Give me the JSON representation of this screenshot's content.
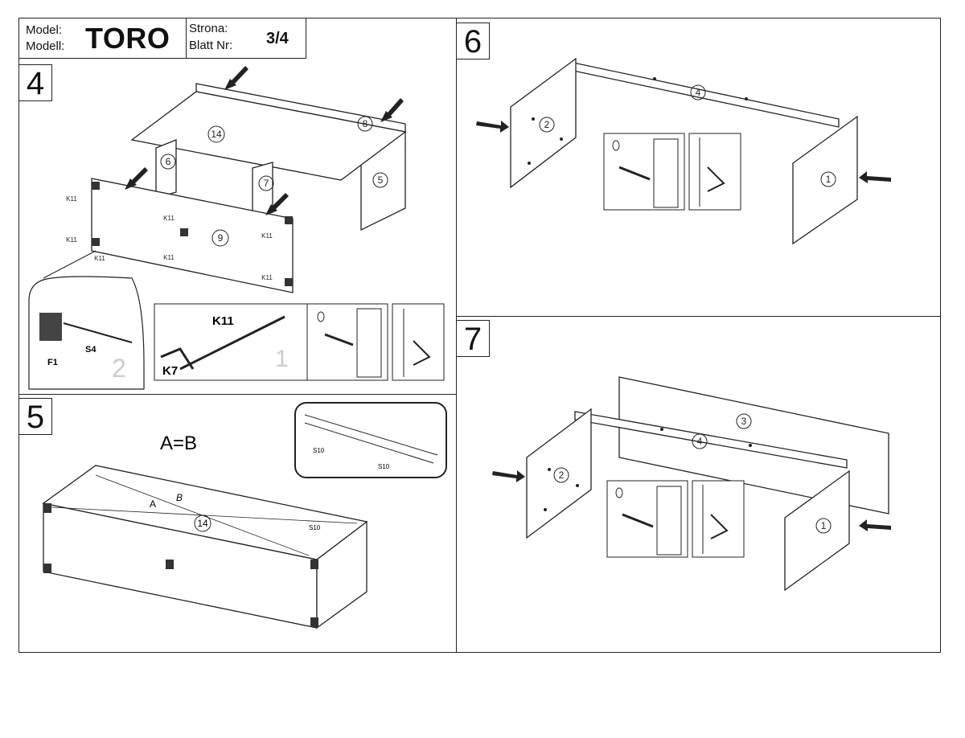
{
  "header": {
    "model_label_pl": "Model:",
    "model_label_de": "Modell:",
    "model_name": "TORO",
    "page_label_pl": "Strona:",
    "page_label_de": "Blatt Nr:",
    "page_number": "3/4"
  },
  "steps": {
    "step4": {
      "number": "4",
      "parts": [
        "14",
        "8",
        "6",
        "7",
        "5",
        "9"
      ],
      "fittings": [
        "K11",
        "K11",
        "K11",
        "K11",
        "K11",
        "K11",
        "K11"
      ],
      "detail_labels": {
        "f1": "F1",
        "s4": "S4",
        "k11": "K11",
        "k7": "K7",
        "num1": "1",
        "num2": "2"
      }
    },
    "step5": {
      "number": "5",
      "equation": "A=B",
      "diag_a": "A",
      "diag_b": "B",
      "part": "14",
      "fittings": [
        "S10",
        "S10",
        "S10"
      ]
    },
    "step6": {
      "number": "6",
      "parts": [
        "2",
        "4",
        "1"
      ]
    },
    "step7": {
      "number": "7",
      "parts": [
        "3",
        "4",
        "2",
        "1"
      ]
    }
  }
}
